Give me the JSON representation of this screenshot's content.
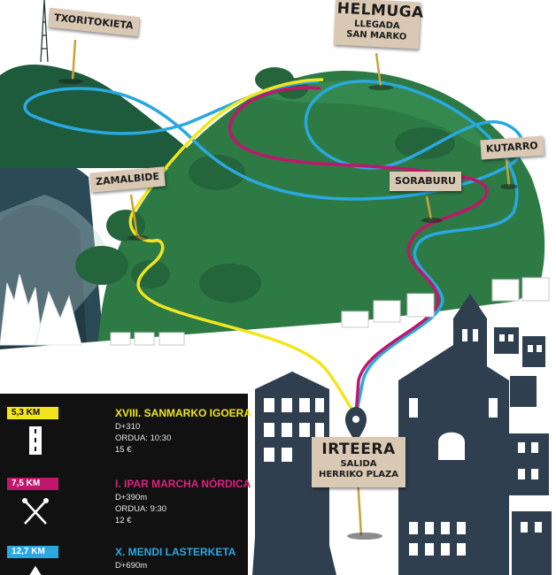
{
  "colors": {
    "yellow_route": "#f2e51f",
    "magenta_route": "#c0166b",
    "blue_route": "#2aa8df",
    "sign_bg": "#d9c8b3",
    "hill_green": "#2d7a45",
    "hill_dark": "#1e5a3c",
    "buildings": "#2f3f4f",
    "legend_bg": "#111111"
  },
  "signs": {
    "tzoritokieta": "TXORITOKIETA",
    "helmuga": {
      "title": "HELMUGA",
      "line1": "LLEGADA",
      "line2": "SAN MARKO"
    },
    "zamalbide": "ZAMALBIDE",
    "soraburu": "SORABURU",
    "kutarro": "KUTARRO",
    "irteera": {
      "title": "IRTEERA",
      "line1": "SALIDA",
      "line2": "HERRIKO PLAZA"
    }
  },
  "routes": [
    {
      "distance": "5,3 KM",
      "name": "XVIII. SANMARKO IGOERA",
      "elevation": "D+310",
      "time": "ORDUA: 10:30",
      "price": "15 €",
      "color": "#f2e51f",
      "title_color": "#f2e51f",
      "badge_text_color": "#111111",
      "icon": "road-icon"
    },
    {
      "distance": "7,5 KM",
      "name": "I. IPAR MARCHA NÓRDICA",
      "elevation": "D+390m",
      "time": "ORDUA: 9:30",
      "price": "12 €",
      "color": "#c0166b",
      "title_color": "#e0207f",
      "badge_text_color": "#ffffff",
      "icon": "nordic-poles-icon"
    },
    {
      "distance": "12,7 KM",
      "name": "X. MENDI LASTERKETA",
      "elevation": "D+690m",
      "time": "",
      "price": "",
      "color": "#2aa8df",
      "title_color": "#2aa8df",
      "badge_text_color": "#ffffff",
      "icon": "mountain-icon"
    }
  ]
}
